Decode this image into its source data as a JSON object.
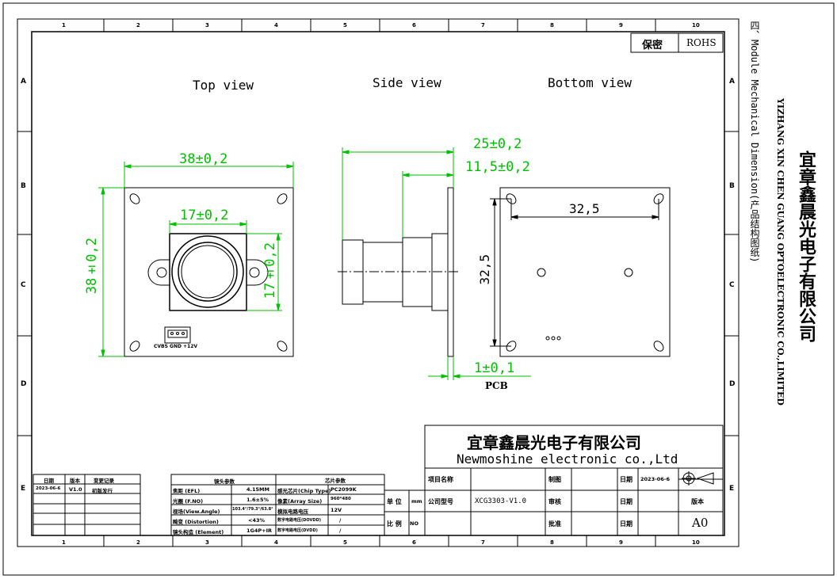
{
  "top_right": {
    "secret": "保密",
    "rohs": "ROHS"
  },
  "grid": {
    "cols": [
      "1",
      "2",
      "3",
      "4",
      "5",
      "6",
      "7",
      "8",
      "9",
      "10"
    ],
    "rows": [
      "A",
      "B",
      "C",
      "D",
      "E"
    ]
  },
  "views": {
    "top": "Top view",
    "side": "Side view",
    "bottom": "Bottom view"
  },
  "dims": {
    "top_width": "38±0,2",
    "top_height": "38±0,2",
    "lens_width": "17±0,2",
    "lens_height": "17±0,2",
    "side_total": "25±0,2",
    "side_lens": "11,5±0,2",
    "side_pcb": "1±0,1",
    "pcb_label": "PCB",
    "hole_h": "32,5",
    "hole_v": "32,5"
  },
  "connector": {
    "pins": "CVBS  GND   +12V"
  },
  "side_text": {
    "company_cn": "宜章鑫晨光电子有限公司",
    "company_en": "YIZHANG XIN CHEN GUANG OPTOELECTRONIC CO.,LIMITED",
    "module": "四、Module Mechanical Dimension(产品结构图纸)"
  },
  "title_block": {
    "company_cn": "宜章鑫晨光电子有限公司",
    "company_en": "Newmoshine  electronic co.,Ltd",
    "project_name": "项目名称",
    "drawing": "制图",
    "date_label": "日期",
    "date_value": "2023-06-6",
    "unit": "单 位",
    "mm": "mm",
    "company_model": "公司型号",
    "model_value": "XCG3303-V1.0",
    "review": "审核",
    "date2": "日期",
    "version": "版本",
    "scale": "比 例",
    "scale_val": "NO",
    "approve": "批准",
    "date3": "日期",
    "version_val": "A0"
  },
  "revision": {
    "headers": [
      "日期",
      "版本",
      "变更记录"
    ],
    "row": [
      "2023-06-6",
      "V1.0",
      "初版发行"
    ]
  },
  "params": {
    "lens_header": "镜头参数",
    "chip_header": "芯片参数",
    "rows": [
      [
        "焦距 (EFL)",
        "4.15MM",
        "感光芯片(Chip Type)",
        "PC2099K"
      ],
      [
        "光圈 (F.NO)",
        "1.6±5%",
        "像素(Array Size)",
        "960*480"
      ],
      [
        "视场(View.Angle)",
        "103.4°/79.3°/63.8°",
        "模拟电路电压",
        "12V"
      ],
      [
        "畸变 (Distortion)",
        "<43%",
        "数字电路电压(DOVDD)",
        "/"
      ],
      [
        "镜头构造 (Element)",
        "1G4P+IR",
        "数字电路电压(DVDD)",
        "/"
      ]
    ]
  }
}
